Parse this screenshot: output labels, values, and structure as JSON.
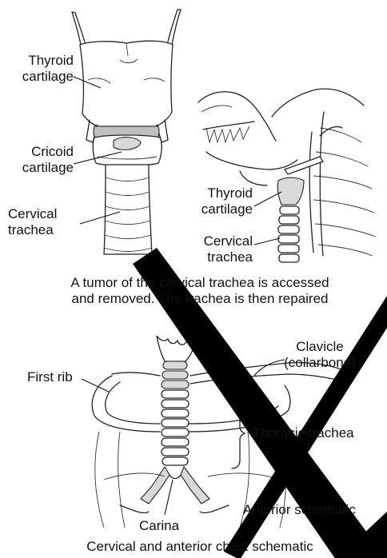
{
  "labels": {
    "thyroid_cartilage_left": [
      "Thyroid",
      "cartilage"
    ],
    "cricoid_cartilage": [
      "Cricoid",
      "cartilage"
    ],
    "cervical_trachea_left": [
      "Cervical",
      "trachea"
    ],
    "thyroid_cartilage_right": [
      "Thyroid",
      "cartilage"
    ],
    "cervical_trachea_right": [
      "Cervical",
      "trachea"
    ],
    "caption_top": [
      "A tumor of the cervical trachea is accessed",
      "and removed. The trachea is then repaired"
    ],
    "clavicle": [
      "Clavicle",
      "(collarbone)"
    ],
    "first_rib": "First rib",
    "thoracic_trachea": "Thoracic trachea",
    "anterior_schematic": "Anterior schematic",
    "carina": "Carina",
    "caption_bottom": "Cervical and anterior chest schematic"
  },
  "colors": {
    "overlay": "#000000",
    "shading": "#d9d9d9"
  }
}
